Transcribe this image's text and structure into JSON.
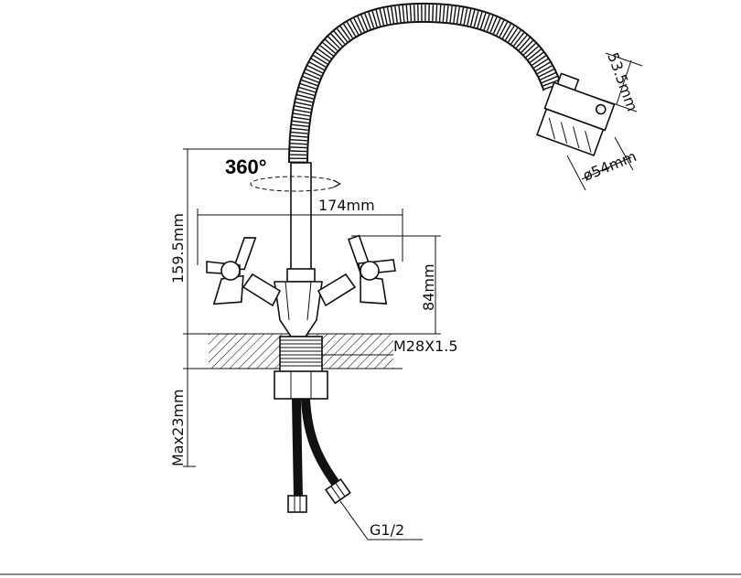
{
  "diagram": {
    "rotation_label": "360°",
    "dims": {
      "total_height": "159.5mm",
      "spread": "174mm",
      "body_height": "84mm",
      "thread": "M28X1.5",
      "mount_depth": "Max23mm",
      "connector": "G1/2",
      "head_height": "53.5mm",
      "head_diameter": "ø54mm"
    }
  },
  "colors": {
    "line": "#111111",
    "background": "#ffffff"
  }
}
